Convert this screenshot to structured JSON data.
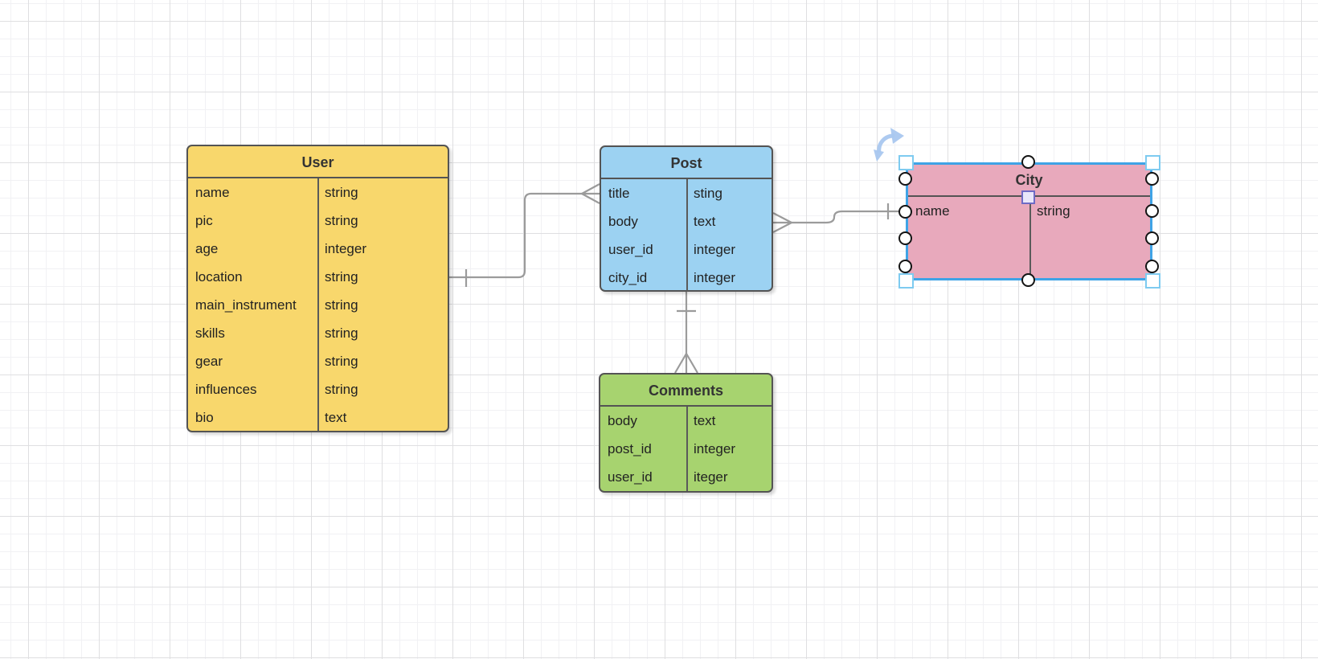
{
  "diagram": {
    "kind": "entity-relationship",
    "entities": {
      "user": {
        "title": "User",
        "fill": "#f8d76c",
        "selected": false,
        "fields": [
          {
            "name": "name",
            "type": "string"
          },
          {
            "name": "pic",
            "type": "string"
          },
          {
            "name": "age",
            "type": "integer"
          },
          {
            "name": "location",
            "type": "string"
          },
          {
            "name": "main_instrument",
            "type": "string"
          },
          {
            "name": "skills",
            "type": "string"
          },
          {
            "name": "gear",
            "type": "string"
          },
          {
            "name": "influences",
            "type": "string"
          },
          {
            "name": "bio",
            "type": "text"
          }
        ]
      },
      "post": {
        "title": "Post",
        "fill": "#9cd2f2",
        "selected": false,
        "fields": [
          {
            "name": "title",
            "type": "sting"
          },
          {
            "name": "body",
            "type": "text"
          },
          {
            "name": "user_id",
            "type": "integer"
          },
          {
            "name": "city_id",
            "type": "integer"
          }
        ]
      },
      "comments": {
        "title": "Comments",
        "fill": "#a7d36f",
        "selected": false,
        "fields": [
          {
            "name": "body",
            "type": "text"
          },
          {
            "name": "post_id",
            "type": "integer"
          },
          {
            "name": "user_id",
            "type": "iteger"
          }
        ]
      },
      "city": {
        "title": "City",
        "fill": "#e8a9bc",
        "selected": true,
        "fields": [
          {
            "name": "name",
            "type": "string"
          }
        ]
      }
    },
    "relationships": [
      {
        "from": "User",
        "to": "Post",
        "from_end": "one",
        "to_end": "many"
      },
      {
        "from": "City",
        "to": "Post",
        "from_end": "one",
        "to_end": "many"
      },
      {
        "from": "Post",
        "to": "Comments",
        "from_end": "one",
        "to_end": "many"
      }
    ],
    "colors": {
      "selection_border": "#3fa3e6",
      "entity_border": "#545454",
      "edge_gray": "#9b9b9b",
      "handle_square_border": "#7ecbf0",
      "handle_circle_border": "#141414",
      "handle_purple_border": "#6f6bc6",
      "rotate_arrow": "#a9c7ef",
      "grid_minor": "#f1f1f4",
      "grid_major": "#dfdfe1"
    }
  }
}
